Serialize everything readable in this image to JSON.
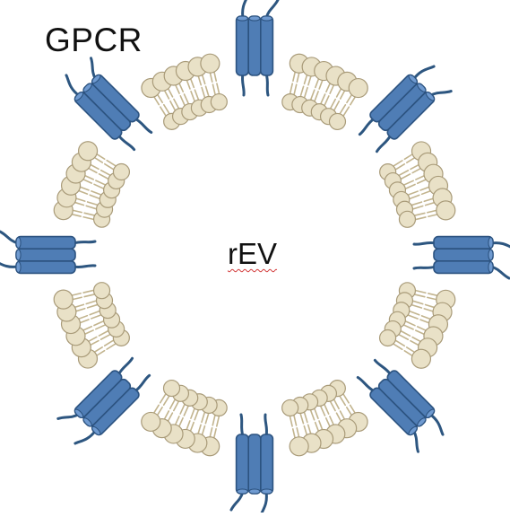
{
  "title": "GPCR",
  "center_label": "rEV",
  "counts": {
    "receptors": 8,
    "lipid_pairs": 96
  },
  "colors": {
    "receptor_fill": "#4f7db5",
    "receptor_stroke": "#2c5380",
    "receptor_top": "#6f9ad0",
    "loop": "#2d5680",
    "lipid_head": "#e9e1c7",
    "lipid_head_stroke": "#a99b79",
    "lipid_tail": "#c2b48e",
    "background": "#ffffff"
  },
  "icons": {
    "receptor": "gpcr-receptor-icon",
    "lipid": "phospholipid-icon"
  }
}
